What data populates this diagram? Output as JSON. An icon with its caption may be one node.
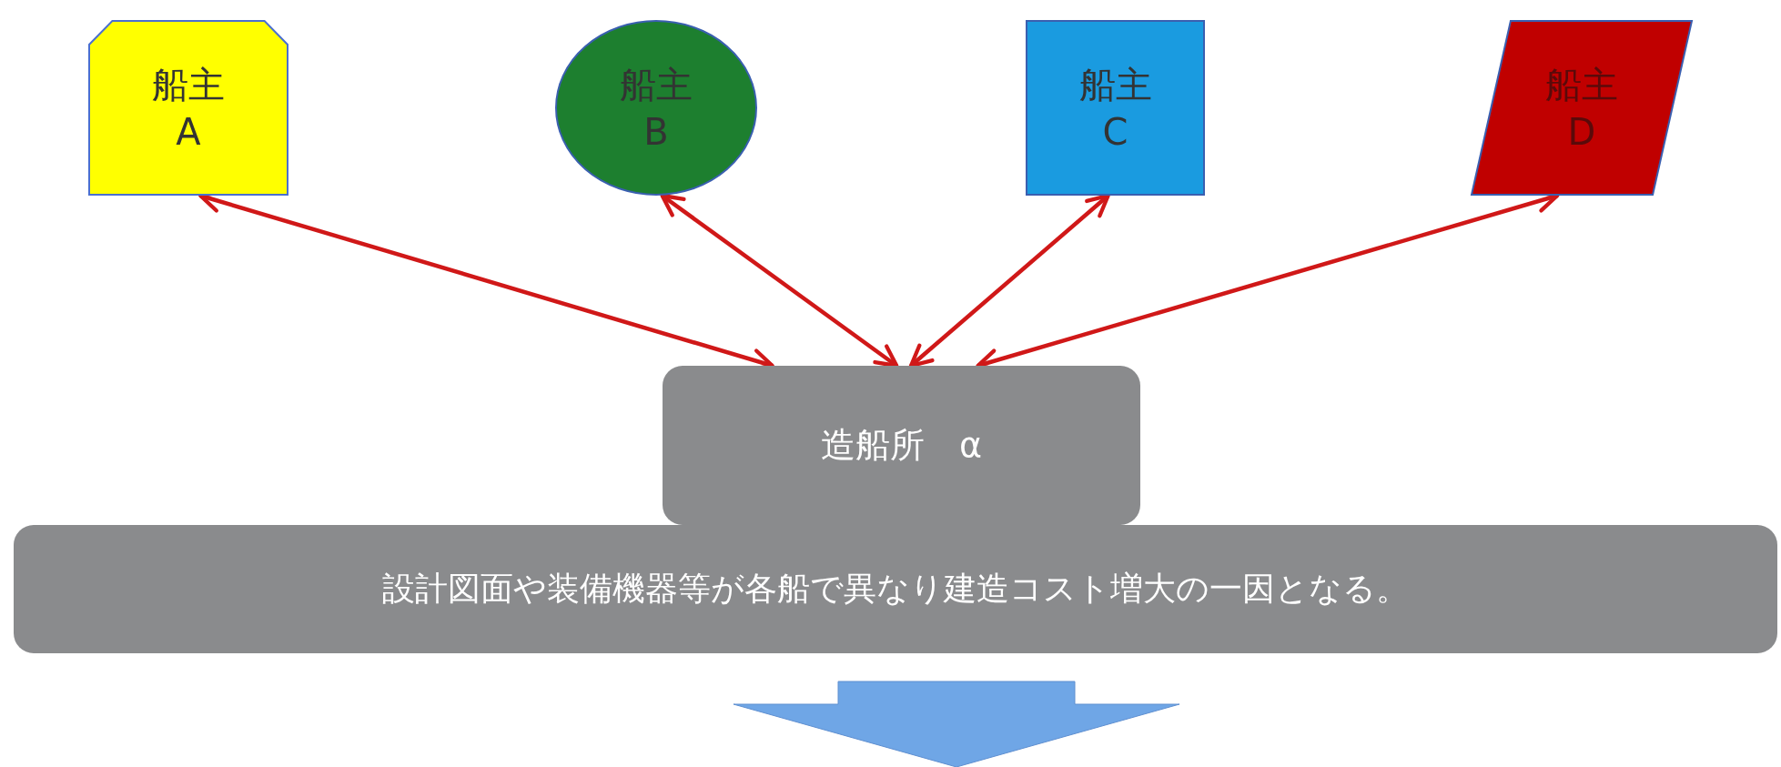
{
  "diagram": {
    "nodes": [
      {
        "text": [
          "船主 A"
        ]
      },
      {
        "text": [
          "船主 B"
        ]
      },
      {
        "text": [
          "船主 C"
        ]
      },
      {
        "text": [
          "船主 D"
        ]
      },
      {
        "text": [
          "造船所　α"
        ]
      },
      {
        "text": [
          "設計図面や装備機器等が各船で異なり建造コスト増大の一因となる。"
        ]
      }
    ],
    "edges": [
      {
        "from": 4,
        "to": 0,
        "arrow": "both"
      },
      {
        "from": 4,
        "to": 1,
        "arrow": "both"
      },
      {
        "from": 4,
        "to": 2,
        "arrow": "both"
      },
      {
        "from": 4,
        "to": 3,
        "arrow": "both"
      },
      {
        "from": 5,
        "to": null,
        "arrow": "to",
        "style": "thick",
        "color": "#6fa6e6"
      }
    ]
  }
}
